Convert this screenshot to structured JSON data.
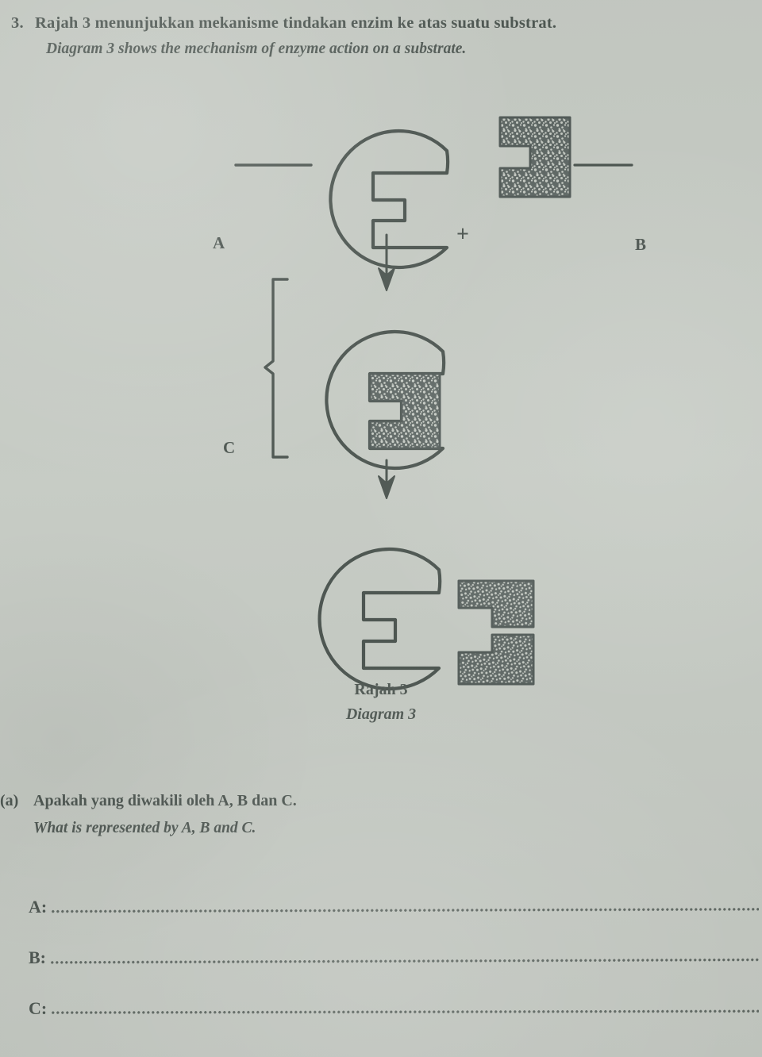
{
  "question": {
    "number": "3.",
    "malay": "Rajah 3 menunjukkan mekanisme tindakan enzim ke atas suatu substrat.",
    "english": "Diagram 3 shows the mechanism of enzyme action on a substrate."
  },
  "diagram": {
    "labels": {
      "a": "A",
      "b": "B",
      "c": "C"
    },
    "plus": "+",
    "caption_malay": "Rajah 3",
    "caption_english": "Diagram 3",
    "icons": {
      "enzyme": "enzyme-circle-icon",
      "substrate": "substrate-block-icon",
      "complex": "enzyme-substrate-complex-icon",
      "products": "product-pieces-icon",
      "arrow": "down-arrow-icon",
      "bracket": "curly-bracket-icon"
    },
    "colors": {
      "ink": "#4a534e",
      "paper": "#c5cac3",
      "texture": "#5a6360"
    }
  },
  "part_a": {
    "marker": "(a)",
    "malay": "Apakah yang diwakili oleh A, B dan C.",
    "english": "What is represented by A, B and C."
  },
  "answer_lines": [
    {
      "key": "A:",
      "value": ""
    },
    {
      "key": "B:",
      "value": ""
    },
    {
      "key": "C:",
      "value": ""
    }
  ]
}
